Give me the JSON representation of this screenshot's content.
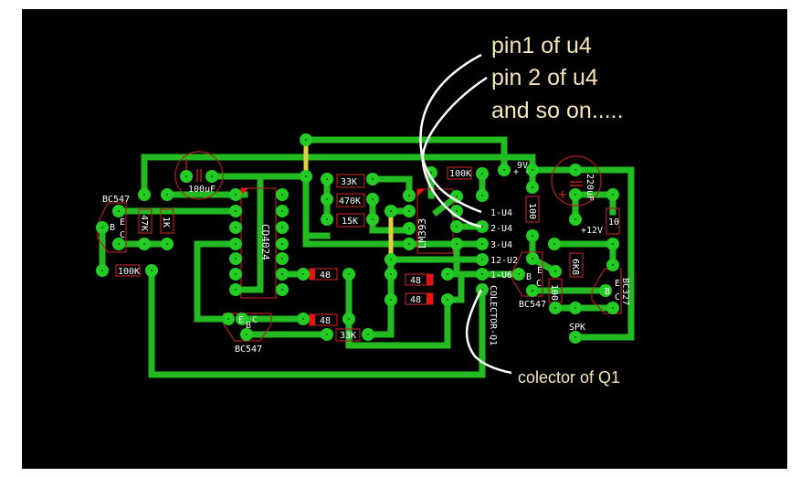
{
  "title": "PCB layout of CD4024 / LM393 circuit with connector annotations",
  "colors": {
    "background": "#000000",
    "trace": "#22bb22",
    "pad": "#22cc22",
    "jumper": "#e0d040",
    "silkscreen": "#b02020",
    "label": "#ffffff",
    "annotation_text": "#f5e6b8",
    "annotation_wire": "#ffffff"
  },
  "annotations": {
    "line1": "pin1 of u4",
    "line2": "pin 2 of u4",
    "line3": "and so on.....",
    "collector_note": "colector of Q1"
  },
  "components": {
    "q_left": {
      "label": "BC547",
      "e": "E",
      "b": "B",
      "c": "C"
    },
    "q_bottom": {
      "label": "BC547",
      "e": "E",
      "b": "B",
      "c": "C"
    },
    "q_right": {
      "label": "BC547",
      "e": "E",
      "b": "B",
      "c": "C"
    },
    "q_bc327": {
      "label": "BC327",
      "e": "E",
      "b": "B",
      "c": "C"
    },
    "r_47k": "47K",
    "r_1k": "1K",
    "r_100k_left": "100K",
    "c_100uf": "100uF",
    "ic_cd4024": "CD4024",
    "r_33k_top": "33K",
    "r_470k": "470K",
    "r_15k": "15K",
    "ic_lm393": "LM393",
    "r_100k_top": "100K",
    "d_48_a": "48",
    "d_48_b": "48",
    "d_48_c": "48",
    "d_48_d": "48",
    "r_33k_bottom": "33K",
    "r_100": "100",
    "r_10": "10",
    "r_6k8": "6K8",
    "r_100_right": "100",
    "c_220uf": "220uF",
    "power_9v": "9V",
    "power_12v": "+12V",
    "spk": "SPK",
    "plus": "+",
    "minus": "-"
  },
  "connector_pins": [
    "1-U4",
    "2-U4",
    "3-U4",
    "12-U2",
    "1-U6",
    "COLECTOR-Q1"
  ]
}
